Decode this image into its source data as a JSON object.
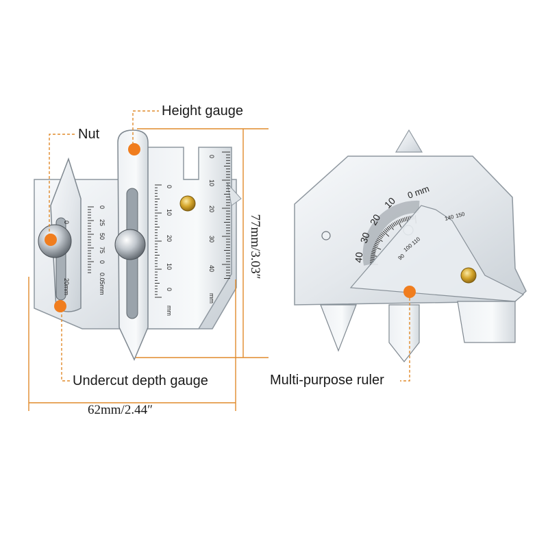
{
  "callouts": {
    "height_gauge": "Height gauge",
    "nut": "Nut",
    "undercut_depth_gauge": "Undercut depth gauge",
    "multi_purpose_ruler": "Multi-purpose ruler"
  },
  "dimensions": {
    "width": "62mm/2.44″",
    "height": "77mm/3.03″"
  },
  "gauge_a_scales": {
    "vertical_mm": [
      "0",
      "10",
      "20",
      "30",
      "40",
      "mm"
    ],
    "inner_mm": [
      "0",
      "10",
      "20",
      "10",
      "0",
      "mm"
    ],
    "inch_fraction": [
      "0",
      "25",
      "50",
      "75",
      "0",
      "0.05mm"
    ],
    "slot_mm": [
      "0",
      "20mm"
    ]
  },
  "gauge_b_scales": {
    "depth_mm": [
      "0 mm",
      "10",
      "20",
      "30",
      "40"
    ],
    "angle_deg": [
      "90",
      "100",
      "110"
    ],
    "angle_deg_small": [
      "140",
      "150"
    ]
  },
  "colors": {
    "marker": "#f07d1e",
    "leader": "#e08a2a",
    "steel_light": "#f4f6f8",
    "steel_mid": "#dde2e7",
    "steel_dark": "#a9b1b9",
    "brass": "#d5a62c"
  }
}
